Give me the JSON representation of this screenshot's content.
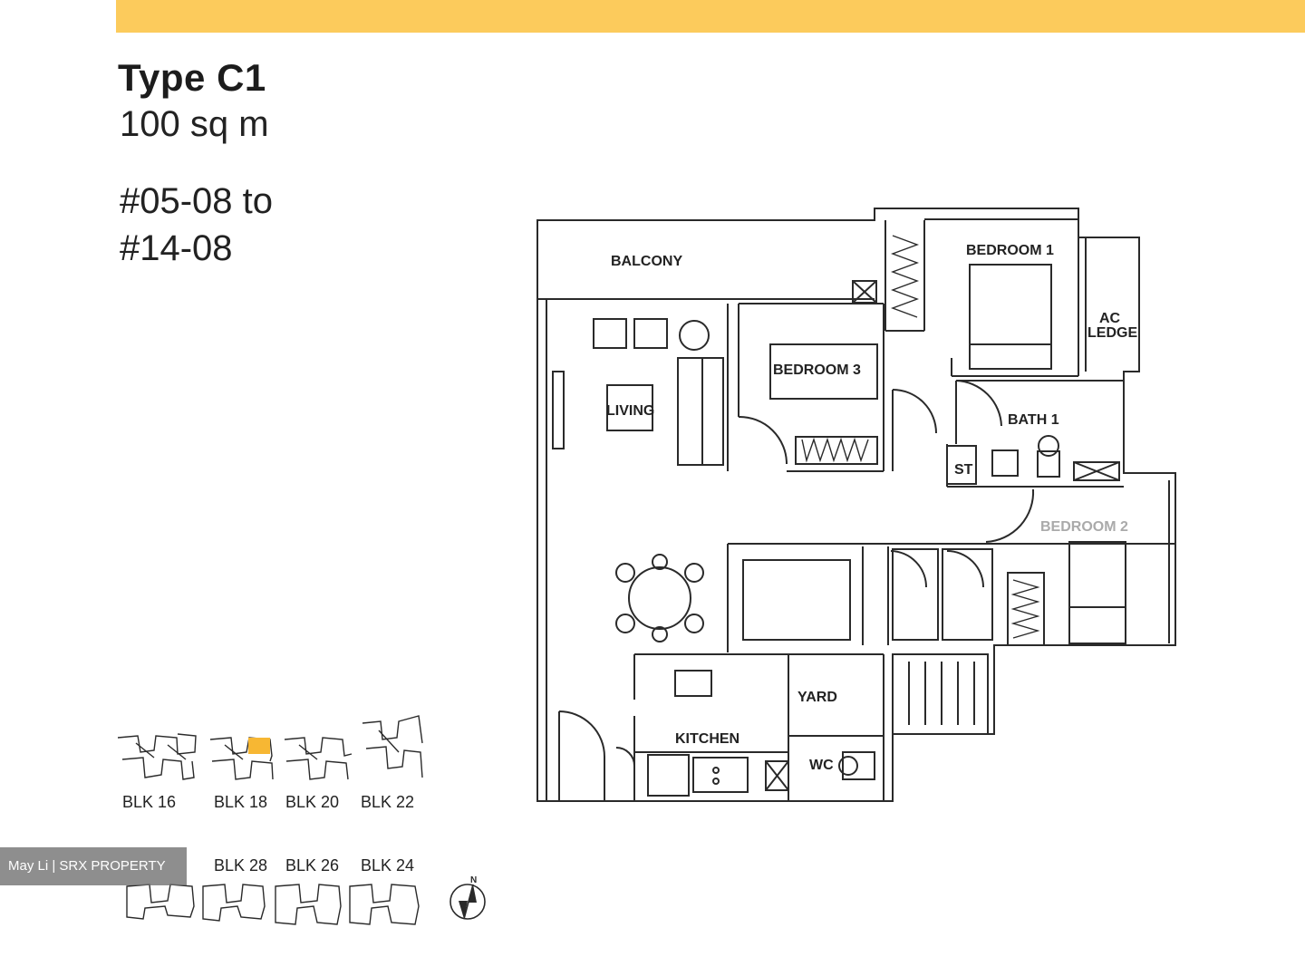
{
  "header": {
    "accent_color": "#FCCB5C",
    "type_title": "Type C1",
    "area": "100 sq m",
    "unit_range_line1": "#05-08 to",
    "unit_range_line2": "#14-08"
  },
  "plan": {
    "rooms": {
      "balcony": "BALCONY",
      "bedroom1": "BEDROOM 1",
      "ac_ledge_line1": "AC",
      "ac_ledge_line2": "LEDGE",
      "bedroom3": "BEDROOM 3",
      "living": "LIVING",
      "bath1": "BATH 1",
      "st": "ST",
      "bedroom2": "BEDROOM 2",
      "yard": "YARD",
      "kitchen": "KITCHEN",
      "wc": "WC"
    }
  },
  "key_plan": {
    "highlight_color": "#F7B733",
    "blocks_top": [
      "BLK 16",
      "BLK 18",
      "BLK 20",
      "BLK 22"
    ],
    "blocks_bottom": [
      "BLK 28",
      "BLK 26",
      "BLK 24"
    ],
    "compass_label": "N"
  },
  "watermark": "May Li | SRX PROPERTY"
}
